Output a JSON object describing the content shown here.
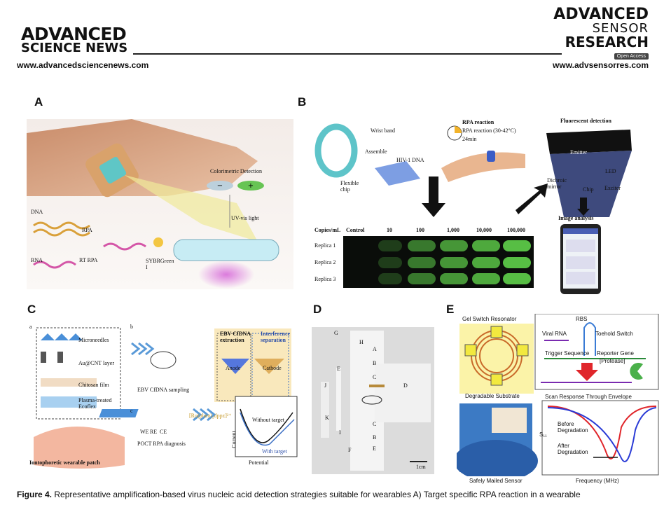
{
  "header": {
    "left_logo_line1": "ADVANCED",
    "left_logo_line2": "SCIENCE NEWS",
    "left_url": "www.advancedsciencenews.com",
    "right_logo_line1": "ADVANCED",
    "right_logo_line2": "SENSOR",
    "right_logo_line3": "RESEARCH",
    "right_badge": "Open Access",
    "right_url": "www.advsensorres.com"
  },
  "panels": {
    "A": {
      "letter": "A",
      "colorimetric": "Colorimetric Detection",
      "minus": "−",
      "plus": "+",
      "uv": "UV-vis light",
      "dna": "DNA",
      "rna": "RNA",
      "rpa": "RPA",
      "rt_rpa": "RT RPA",
      "sybr": "SYBRGreen I"
    },
    "B": {
      "letter": "B",
      "wrist_band": "Wrist band",
      "assemble": "Assemble",
      "hiv": "HIV-1 DNA",
      "flexible_chip": "Flexible chip",
      "rpa_reaction": "RPA reaction",
      "rpa_reaction_temp": "RPA reaction (30-42°C)",
      "rpa_time": "24min",
      "fluor": "Fluorescent detection",
      "emitter": "Emitter",
      "led": "LED",
      "dichroic": "Dichroic mirror",
      "chip": "Chip",
      "exciter": "Exciter",
      "image_analysis": "Image analysis",
      "copies_label": "Copies/mL",
      "copies": [
        "Control",
        "10",
        "100",
        "1,000",
        "10,000",
        "100,000"
      ],
      "replicas": [
        "Replica 1",
        "Replica 2",
        "Replica 3"
      ]
    },
    "C": {
      "letter": "C",
      "sub_a": "a",
      "sub_b": "b",
      "sub_c": "c",
      "layers": [
        "Microneedles",
        "Au@CNT layer",
        "Chitosan film",
        "Plasma-treated Ecoflex"
      ],
      "patch": "Iontophoretic wearable patch",
      "ebv_extract": "EBV CfDNA extraction",
      "interference": "Interference separation",
      "anode": "Anode",
      "cathode": "Cathode",
      "ebv_sampling": "EBV CfDNA sampling",
      "ru": "[Ru(phen)₂dppz]²⁺",
      "we": "WE",
      "re": "RE",
      "ce": "CE",
      "poct": "POCT RPA diagnosis",
      "without_target": "Without target",
      "with_target": "With target",
      "current": "Current",
      "potential": "Potential"
    },
    "D": {
      "letter": "D",
      "labels": [
        "G",
        "H",
        "A",
        "B",
        "C",
        "D",
        "E",
        "J",
        "K",
        "I",
        "C",
        "B",
        "E",
        "F"
      ],
      "scale": "1cm"
    },
    "E": {
      "letter": "E",
      "gel": "Gel Switch Resonator",
      "degradable": "Degradable Substrate",
      "viral_rna": "Viral RNA",
      "rbs": "RBS",
      "toehold": "Toehold Switch",
      "trigger": "Trigger Sequence",
      "reporter": "Reporter Gene",
      "protease": "[Protease]",
      "scan": "Scan Response Through Envelope",
      "mailed": "Safely Mailed Sensor",
      "s11": "S₁₁",
      "before": "Before Degradation",
      "after": "After Degradation",
      "freq": "Frequency (MHz)"
    }
  },
  "caption": {
    "label": "Figure 4.",
    "text": "Representative amplification-based virus nucleic acid detection strategies suitable for wearables A) Target specific RPA reaction in a wearable"
  },
  "colors": {
    "fluor_green": "#5fd14a",
    "before_blue": "#2a3bd6",
    "after_red": "#e0262b",
    "rna_blue": "#3a7bd5"
  }
}
